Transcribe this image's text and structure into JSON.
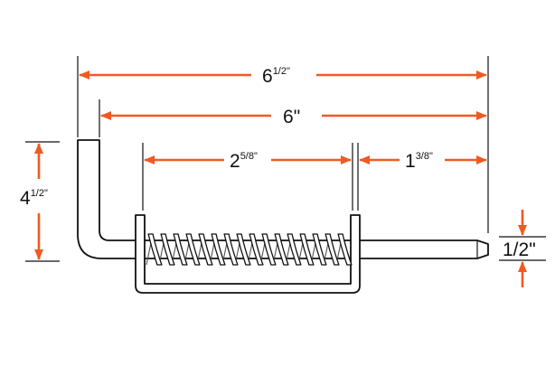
{
  "diagram": {
    "accent_color": "#f05a22",
    "line_color": "#111111",
    "dimensions": {
      "overall_length": {
        "whole": "6",
        "fraction": "1/2",
        "unit": "\""
      },
      "pin_length": {
        "whole": "6",
        "unit": "\""
      },
      "spring_length": {
        "whole": "2",
        "fraction": "5/8",
        "unit": "\""
      },
      "end_length": {
        "whole": "1",
        "fraction": "3/8",
        "unit": "\""
      },
      "height": {
        "whole": "4",
        "fraction": "1/2",
        "unit": "\""
      },
      "diameter": {
        "label": "1/2\""
      }
    }
  }
}
